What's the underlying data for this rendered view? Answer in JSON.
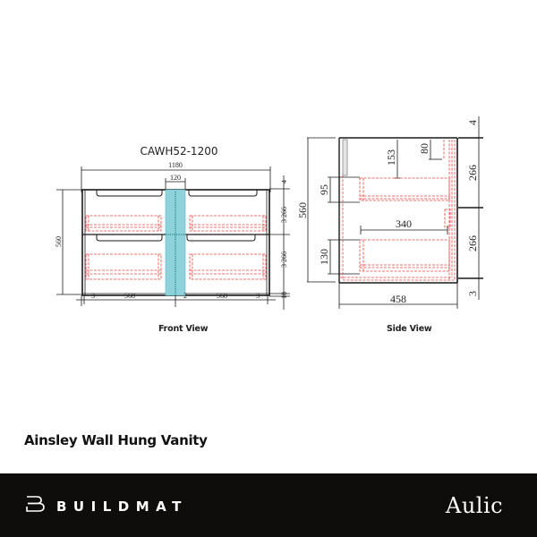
{
  "drawing": {
    "model_code": "CAWH52-1200",
    "front_view": {
      "label": "Front View",
      "dims": {
        "overall_width": "1180",
        "center_gap": "120",
        "overall_height": "560",
        "right_top": "4",
        "right_upper_drawer": "3 266",
        "right_lower_drawer": "3 266",
        "right_bottom": "18",
        "bottom_left_gap": "3",
        "bottom_left_width": "568",
        "bottom_center_gap": "2",
        "bottom_right_width": "568",
        "bottom_right_gap": "3"
      }
    },
    "side_view": {
      "label": "Side View",
      "dims": {
        "overall_height": "560",
        "upper_drawer_opening": "95",
        "lower_drawer_opening": "130",
        "upper_drawer_depth_offset": "153",
        "top_offset": "80",
        "lower_drawer_depth": "340",
        "overall_depth": "458",
        "right_top": "4",
        "right_upper": "266",
        "right_lower": "266",
        "right_bottom": "3"
      }
    },
    "colors": {
      "line": "#1a1a1a",
      "hidden_line": "#e8433f",
      "center_panel": "#8ed3dc",
      "center_line": "#0b6b70"
    }
  },
  "product": {
    "title": "Ainsley Wall Hung Vanity"
  },
  "footer": {
    "brand_left": "BUILDMAT",
    "brand_left_icon": "buildmat-logo-icon",
    "brand_right": "Aulic",
    "background": "#0f0d0b"
  }
}
